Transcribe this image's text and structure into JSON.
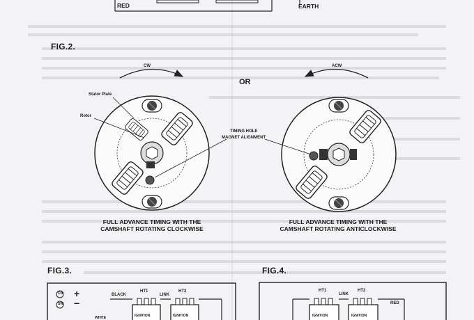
{
  "top_strip": {
    "red": "RED",
    "earth": "EARTH"
  },
  "fig2": {
    "title": "FIG.2.",
    "cw": "CW",
    "acw": "ACW",
    "or": "OR",
    "stator_plate": "Stator Plate",
    "rotor": "Rotor",
    "timing_hole": "TIMING HOLE",
    "magnet_alignment": "MAGNET ALIGNMENT",
    "caption_left_1": "FULL ADVANCE TIMING WITH THE",
    "caption_left_2": "CAMSHAFT ROTATING CLOCKWISE",
    "caption_right_1": "FULL ADVANCE TIMING WITH THE",
    "caption_right_2": "CAMSHAFT ROTATING ANTICLOCKWISE"
  },
  "fig3": {
    "title": "FIG.3.",
    "cb": "CB",
    "sw": "SW",
    "plus": "+",
    "minus": "−",
    "black": "BLACK",
    "ht1": "HT1",
    "link": "LINK",
    "ht2": "HT2",
    "ignition": "IGNITION",
    "white": "WHITE"
  },
  "fig4": {
    "title": "FIG.4.",
    "ht1": "HT1",
    "link": "LINK",
    "ht2": "HT2",
    "red": "RED",
    "ignition": "IGNITION"
  }
}
